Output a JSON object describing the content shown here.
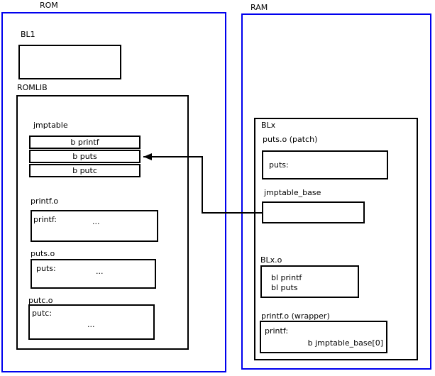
{
  "colors": {
    "frame_blue": "#0000ee",
    "line_black": "#000000",
    "background": "#ffffff"
  },
  "rom": {
    "label": "ROM",
    "bl1": {
      "label": "BL1"
    },
    "romlib": {
      "label": "ROMLIB",
      "jmptable": {
        "label": "jmptable",
        "rows": [
          "b printf",
          "b puts",
          "b putc"
        ]
      },
      "printf_o": {
        "label": "printf.o",
        "symbol": "printf:",
        "ellipsis": "..."
      },
      "puts_o": {
        "label": "puts.o",
        "symbol": "puts:",
        "ellipsis": "..."
      },
      "putc_o": {
        "label": "putc.o",
        "symbol": "putc:",
        "ellipsis": "..."
      }
    }
  },
  "ram": {
    "label": "RAM",
    "blx": {
      "label": "BLx",
      "puts_patch": {
        "label": "puts.o (patch)",
        "symbol": "puts:"
      },
      "jmptable_base": {
        "label": "jmptable_base"
      },
      "blx_o": {
        "label": "BLx.o",
        "lines": [
          "bl printf",
          "bl puts"
        ]
      },
      "printf_wrapper": {
        "label": "printf.o (wrapper)",
        "symbol": "printf:",
        "branch": "b jmptable_base[0]"
      }
    }
  }
}
